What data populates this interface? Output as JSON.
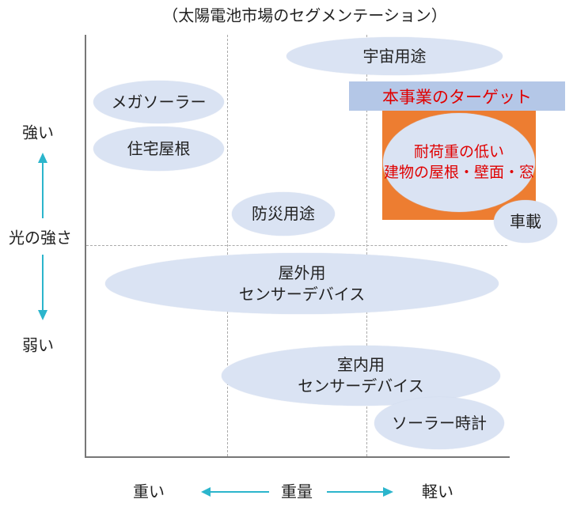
{
  "title": "（太陽電池市場のセグメンテーション）",
  "y_axis": {
    "label": "光の強さ",
    "high": "強い",
    "low": "弱い"
  },
  "x_axis": {
    "label": "重量",
    "left": "重い",
    "right": "軽い"
  },
  "target": {
    "header": "本事業のターゲット",
    "line1": "耐荷重の低い",
    "line2": "建物の屋根・壁面・窓"
  },
  "segments": {
    "space": "宇宙用途",
    "mega_solar": "メガソーラー",
    "residential_roof": "住宅屋根",
    "disaster": "防災用途",
    "vehicle": "車載",
    "outdoor_1": "屋外用",
    "outdoor_2": "センサーデバイス",
    "indoor_1": "室内用",
    "indoor_2": "センサーデバイス",
    "solar_watch": "ソーラー時計"
  },
  "colors": {
    "ellipse": "#dae3f3",
    "target_box": "#ed7d31",
    "target_header": "#b4c7e7",
    "target_text": "#e00000",
    "arrow": "#2bb5cc"
  }
}
